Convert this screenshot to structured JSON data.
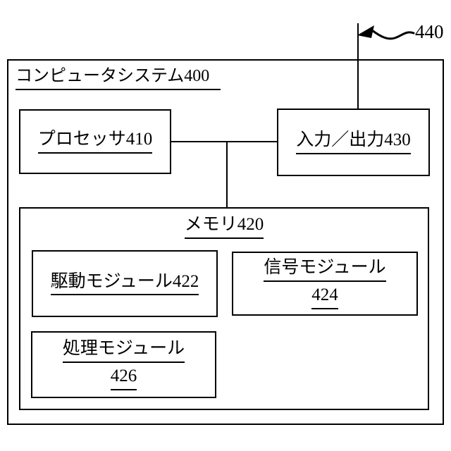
{
  "reference": {
    "number": "440"
  },
  "system_box": {
    "title": "コンピュータシステム400"
  },
  "processor_box": {
    "label": "プロセッサ410"
  },
  "io_box": {
    "label": "入力／出力430"
  },
  "memory_box": {
    "title": "メモリ420"
  },
  "drive_module_box": {
    "label": "駆動モジュール422"
  },
  "signal_module_box": {
    "label_line1": "信号モジュール",
    "label_line2": "424"
  },
  "processing_module_box": {
    "label_line1": "処理モジュール",
    "label_line2": "426"
  },
  "colors": {
    "line": "#000000",
    "background": "#ffffff"
  }
}
